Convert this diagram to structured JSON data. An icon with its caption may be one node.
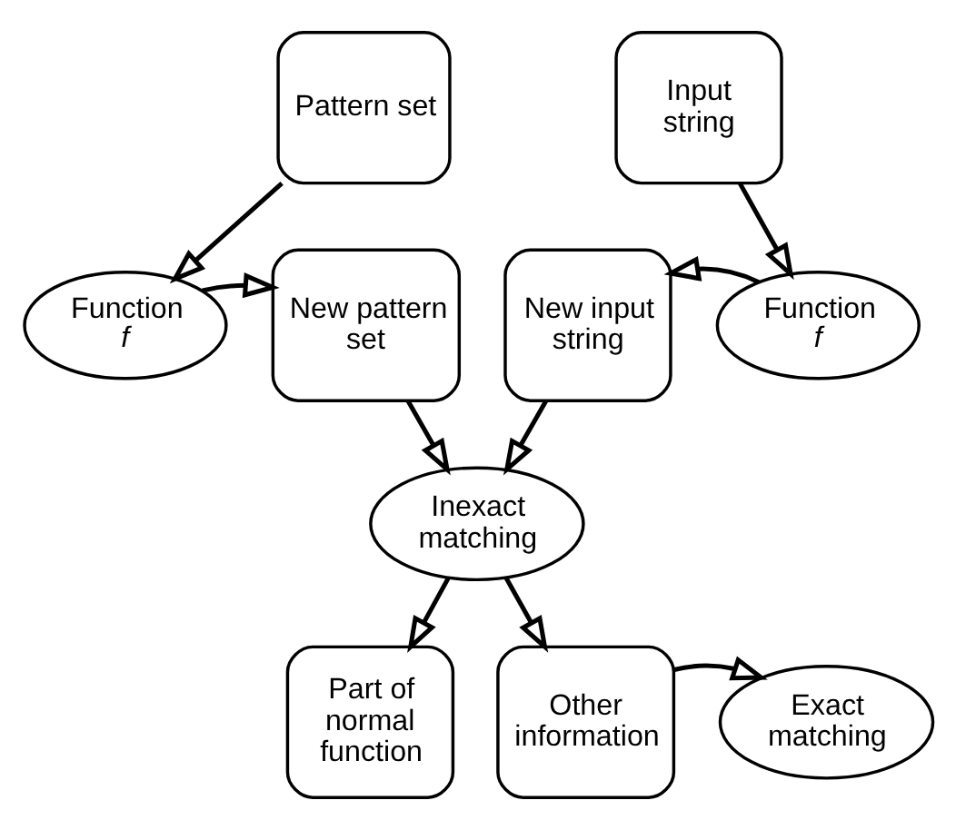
{
  "diagram": {
    "nodes": [
      {
        "text": [
          "Pattern set"
        ]
      },
      {
        "text": [
          "Input string"
        ]
      },
      {
        "text": [
          "Function *f*"
        ]
      },
      {
        "text": [
          "New pattern set"
        ]
      },
      {
        "text": [
          "New input string"
        ]
      },
      {
        "text": [
          "Function *f*"
        ]
      },
      {
        "text": [
          "Inexact matching"
        ]
      },
      {
        "text": [
          "Part of normal function"
        ]
      },
      {
        "text": [
          "Other information"
        ]
      },
      {
        "text": [
          "Exact matching"
        ]
      }
    ],
    "edges": [
      {
        "from": 0,
        "to": 2,
        "arrow": "to"
      },
      {
        "from": 2,
        "to": 3,
        "arrow": "to"
      },
      {
        "from": 1,
        "to": 5,
        "arrow": "to"
      },
      {
        "from": 5,
        "to": 4,
        "arrow": "to"
      },
      {
        "from": 3,
        "to": 6,
        "arrow": "to"
      },
      {
        "from": 4,
        "to": 6,
        "arrow": "to"
      },
      {
        "from": 6,
        "to": 7,
        "arrow": "to"
      },
      {
        "from": 6,
        "to": 8,
        "arrow": "to"
      },
      {
        "from": 8,
        "to": 9,
        "arrow": "to"
      }
    ]
  }
}
